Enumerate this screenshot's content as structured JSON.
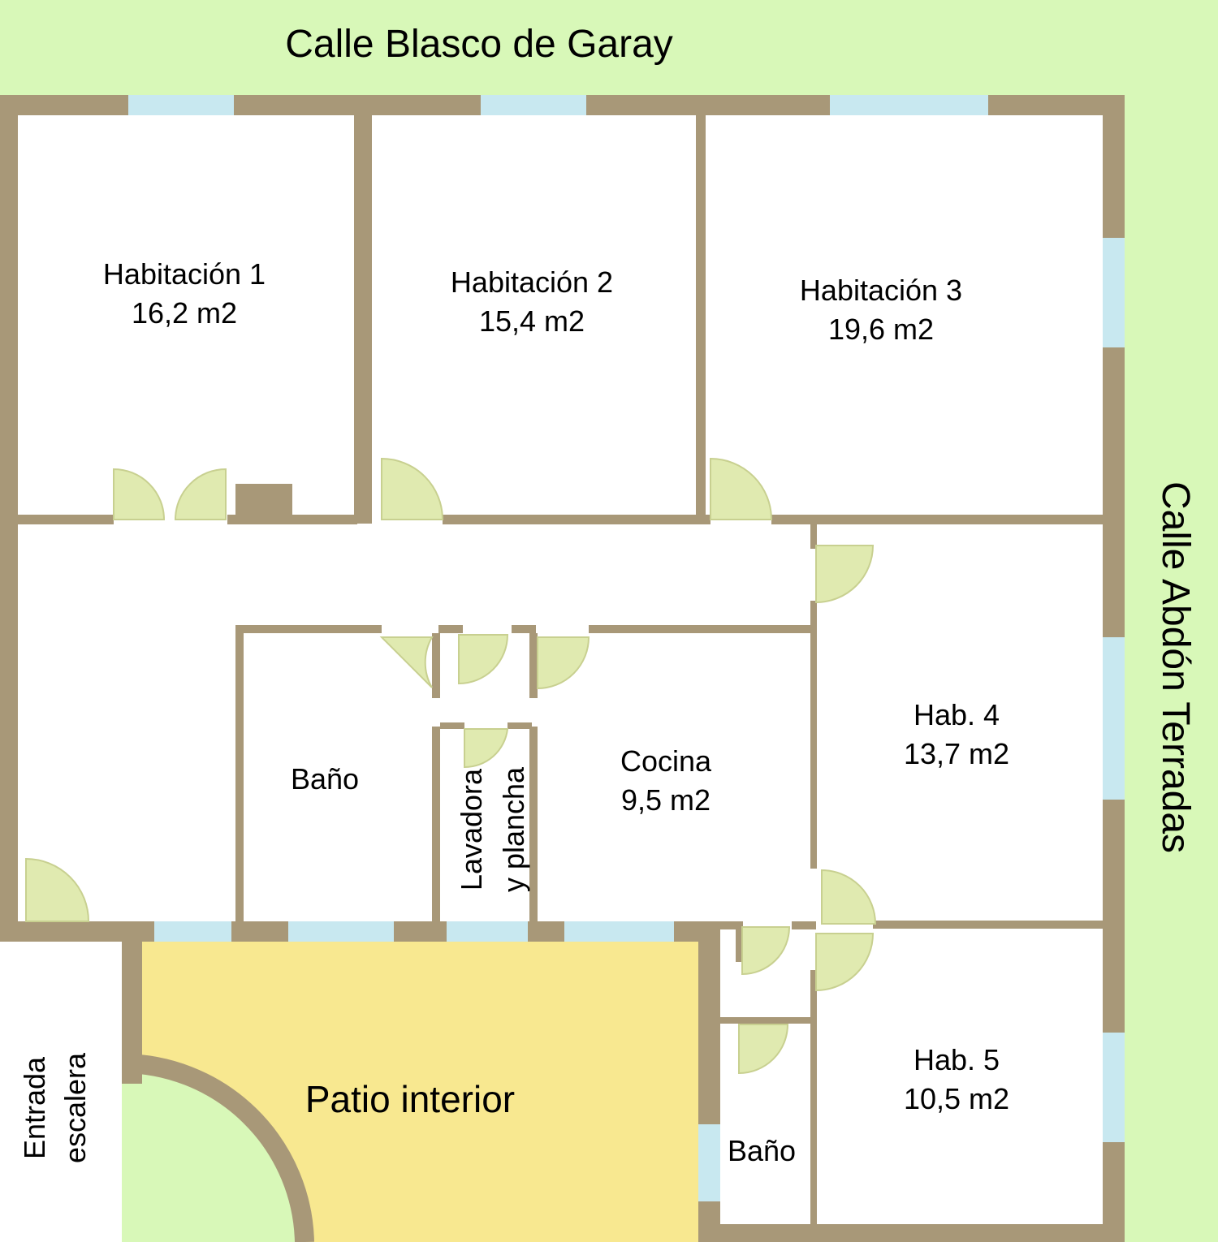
{
  "streets": {
    "north": "Calle Blasco de Garay",
    "east": "Calle Abdón Terradas"
  },
  "rooms": {
    "hab1": {
      "name": "Habitación 1",
      "area": "16,2 m2"
    },
    "hab2": {
      "name": "Habitación 2",
      "area": "15,4 m2"
    },
    "hab3": {
      "name": "Habitación 3",
      "area": "19,6 m2"
    },
    "hab4": {
      "name": "Hab. 4",
      "area": "13,7 m2"
    },
    "hab5": {
      "name": "Hab. 5",
      "area": "10,5 m2"
    },
    "cocina": {
      "name": "Cocina",
      "area": "9,5 m2"
    },
    "bano1": {
      "name": "Baño"
    },
    "bano2": {
      "name": "Baño"
    },
    "lavadora": {
      "line1": "Lavadora",
      "line2": "y plancha"
    },
    "patio": {
      "name": "Patio interior"
    },
    "entrada": {
      "line1": "Entrada",
      "line2": "escalera"
    }
  },
  "colors": {
    "background": "#d8f8b8",
    "wall": "#a89878",
    "window": "#c8e8f0",
    "door": "#e0eab0",
    "patio": "#f8e890",
    "room": "#ffffff"
  }
}
